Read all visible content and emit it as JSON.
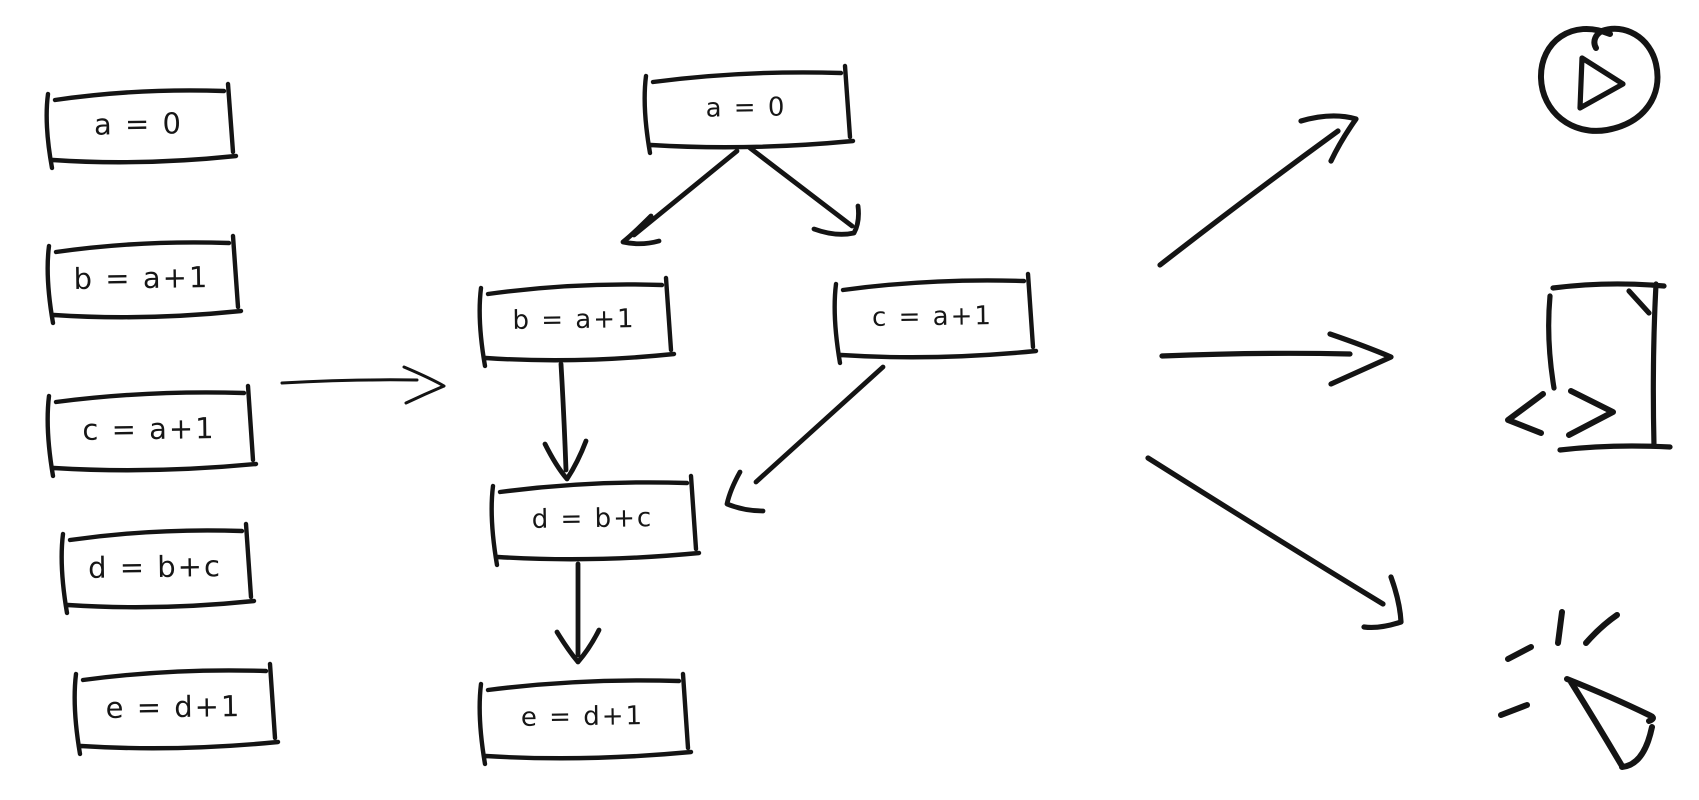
{
  "canvas": {
    "background": "#ffffff",
    "ink_color": "#141414"
  },
  "code_list": {
    "lines": [
      {
        "label": "a = 0"
      },
      {
        "label": "b = a+1"
      },
      {
        "label": "c = a+1"
      },
      {
        "label": "d = b+c"
      },
      {
        "label": "e = d+1"
      }
    ]
  },
  "graph": {
    "nodes": [
      {
        "id": "a",
        "label": "a = 0"
      },
      {
        "id": "b",
        "label": "b = a+1"
      },
      {
        "id": "c",
        "label": "c = a+1"
      },
      {
        "id": "d",
        "label": "d = b+c"
      },
      {
        "id": "e",
        "label": "e = d+1"
      }
    ],
    "edges": [
      {
        "from": "a",
        "to": "b"
      },
      {
        "from": "a",
        "to": "c"
      },
      {
        "from": "b",
        "to": "d"
      },
      {
        "from": "c",
        "to": "d"
      },
      {
        "from": "d",
        "to": "e"
      }
    ]
  },
  "outputs": {
    "icons": [
      {
        "name": "play-circle-icon"
      },
      {
        "name": "code-file-icon"
      },
      {
        "name": "cursor-click-icon"
      }
    ]
  }
}
